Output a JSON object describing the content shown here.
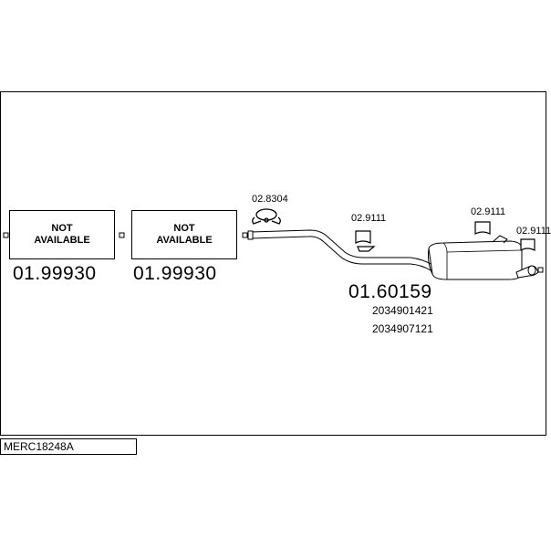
{
  "diagram": {
    "unavailable_parts": [
      {
        "line1": "NOT",
        "line2": "AVAILABLE",
        "part_number": "01.99930"
      },
      {
        "line1": "NOT",
        "line2": "AVAILABLE",
        "part_number": "01.99930"
      }
    ],
    "clamp": {
      "part_number": "02.8304"
    },
    "hanger_1": {
      "part_number": "02.9111"
    },
    "hanger_2": {
      "part_number": "02.9111"
    },
    "hanger_3": {
      "part_number": "02.9111"
    },
    "rear_silencer": {
      "part_number": "01.60159",
      "oe_numbers": [
        "2034901421",
        "2034907121"
      ]
    },
    "reference": "MERC18248A"
  }
}
